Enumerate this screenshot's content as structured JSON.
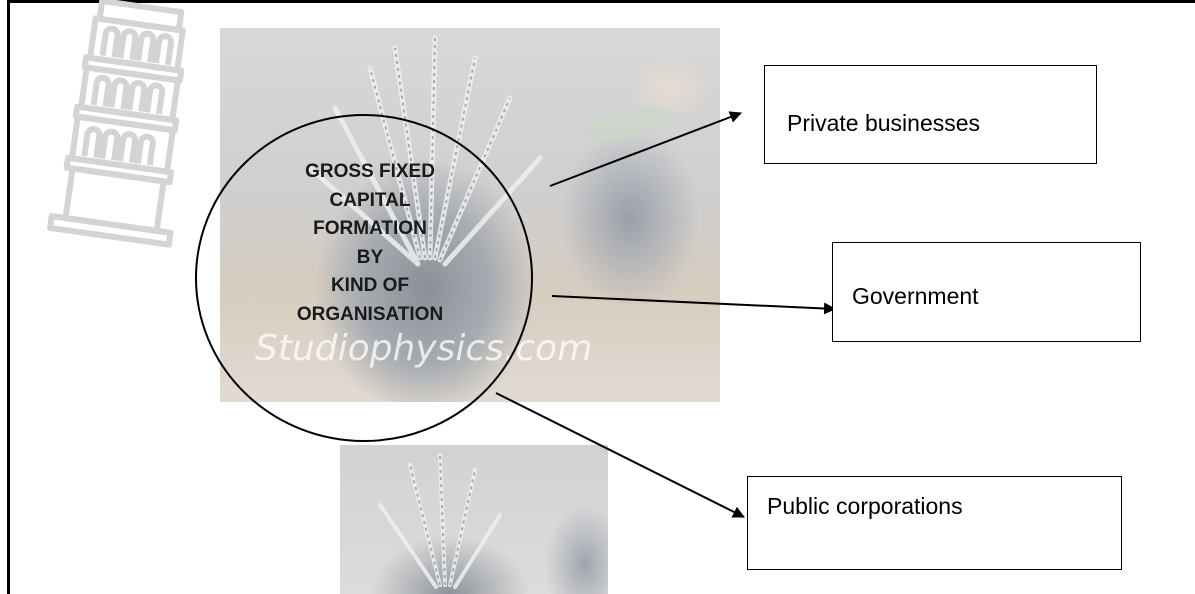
{
  "diagram": {
    "center_lines": [
      "GROSS FIXED",
      "CAPITAL",
      "FORMATION",
      "BY",
      "KIND OF",
      "ORGANISATION"
    ],
    "branches": [
      {
        "label": "Private businesses"
      },
      {
        "label": "Government"
      },
      {
        "label": "Public corporations"
      }
    ],
    "watermark": "Studiophysics.com",
    "colors": {
      "stroke": "#000000",
      "box_fill": "#ffffff",
      "tower_icon": "#d4d4d4"
    }
  }
}
